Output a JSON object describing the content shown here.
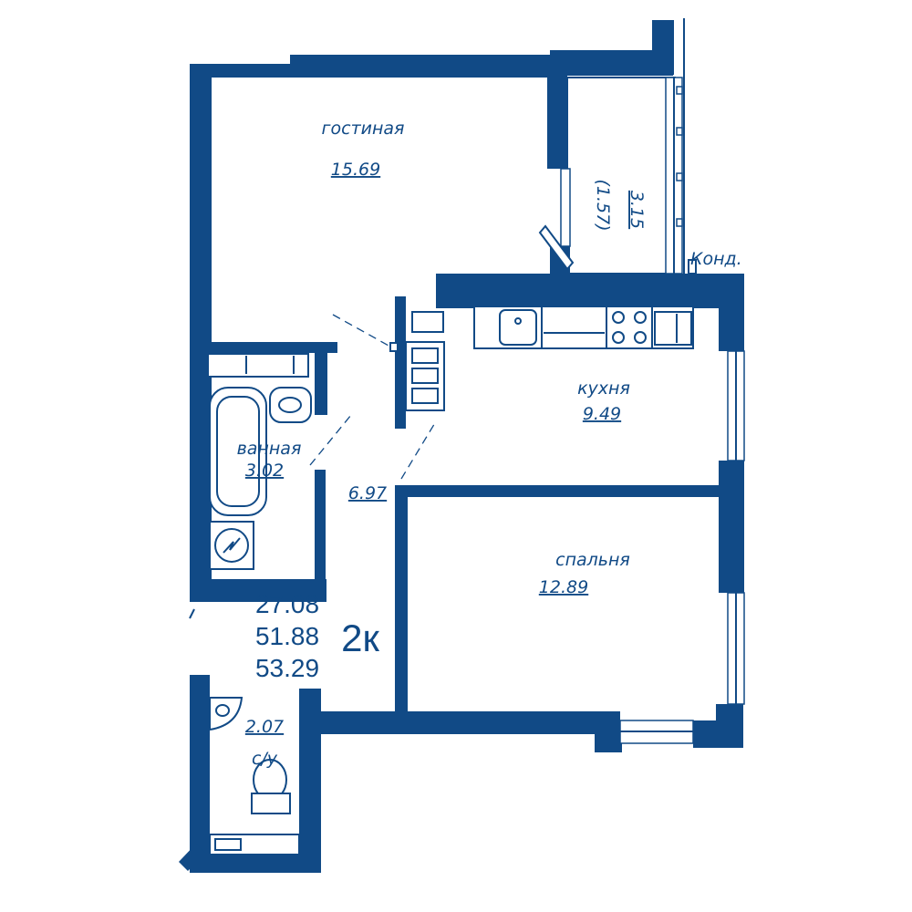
{
  "rooms": {
    "living": {
      "name": "гостиная",
      "area": "15.69"
    },
    "balcony": {
      "area": "3.15",
      "reduced_area": "(1.57)",
      "note": "Конд."
    },
    "kitchen": {
      "name": "кухня",
      "area": "9.49"
    },
    "bath": {
      "name": "ванная",
      "area": "3.02"
    },
    "hall": {
      "area": "6.97"
    },
    "bedroom": {
      "name": "спальня",
      "area": "12.89"
    },
    "wc": {
      "name": "с/у",
      "area": "2.07"
    }
  },
  "summary": {
    "living_area": "27.08",
    "total_area": "51.88",
    "total_with_balcony": "53.29",
    "type": "2к"
  },
  "colors": {
    "wall": "#114a86",
    "background": "#ffffff"
  }
}
